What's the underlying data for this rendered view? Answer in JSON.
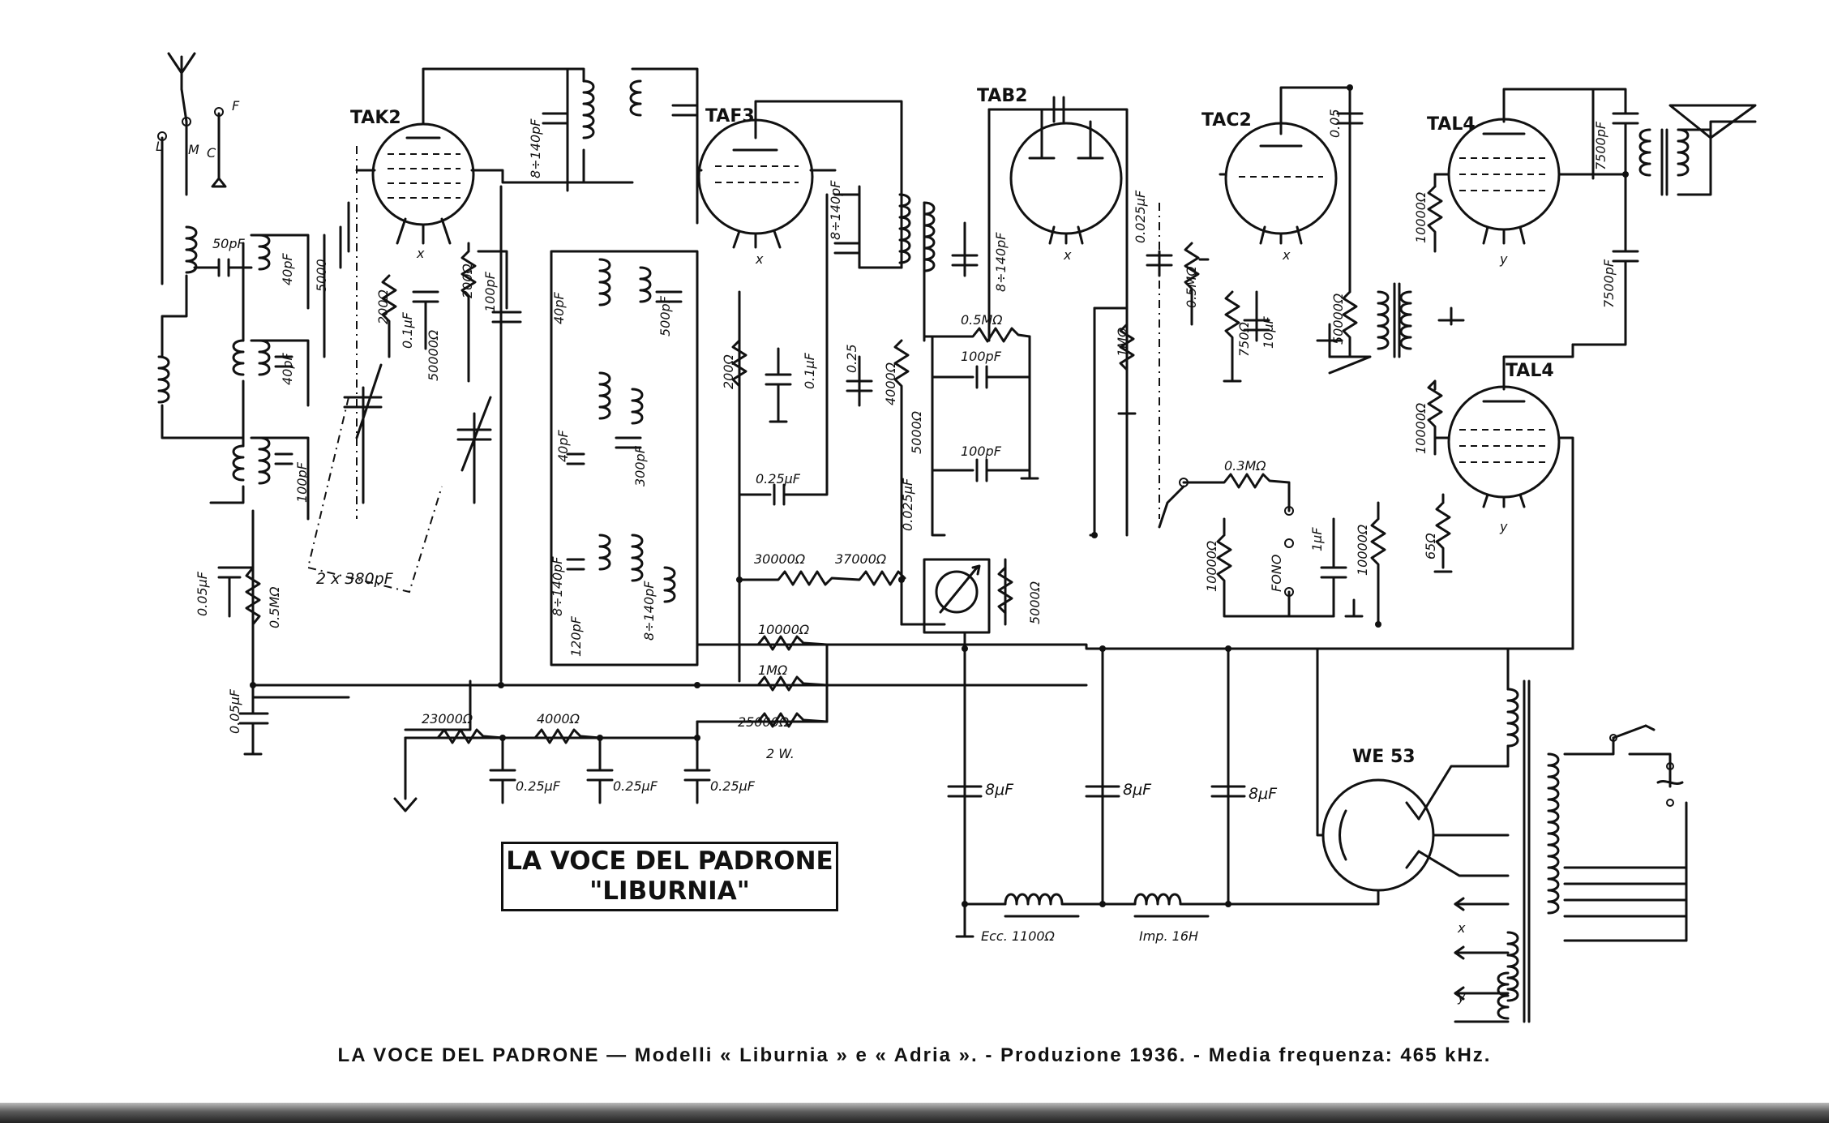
{
  "title": {
    "line1": "LA VOCE DEL PADRONE",
    "line2": "\"LIBURNIA\""
  },
  "caption": "LA VOCE DEL PADRONE — Modelli « Liburnia » e « Adria ». - Produzione 1936. - Media frequenza: 465 kHz.",
  "tubes": [
    "TAK2",
    "TAF3",
    "TAB2",
    "TAC2",
    "TAL4",
    "TAL4",
    "WE 53"
  ],
  "labels": {
    "ant_l": "L",
    "ant_m": "M",
    "ant_c": "C",
    "ant_f": "F",
    "c_50pf": "50pF",
    "c_400pf_a": "40pF",
    "c_5000": "5000",
    "c_100pf_a": "100pF",
    "c_40pf_b": "40pF",
    "c_005uf_a": "0.05μF",
    "r_05mohm_a": "0.5MΩ",
    "c_005uf_b": "0.05μF",
    "c_2x380": "2 x 380pF",
    "r_200ohm_a": "200Ω",
    "c_01uf_a": "0.1μF",
    "r_50000_a": "50000Ω",
    "r_200ohm_b": "200Ω",
    "c_100pf_b": "100pF",
    "c_8_140_a": "8÷140pF",
    "c_40pf_c": "40pF",
    "c_500pf": "500pF",
    "c_40pf_d": "40pF",
    "c_300pf": "300pF",
    "c_8_140_b": "8÷140pF",
    "c_120pf": "120pF",
    "c_8_140_c": "8÷140pF",
    "r_200ohm_c": "200Ω",
    "c_01uf_b": "0.1μF",
    "c_025uf_a": "0.25μF",
    "r_30000": "30000Ω",
    "r_37000": "37000Ω",
    "r_10000_a": "10000Ω",
    "r_1mohm_a": "1MΩ",
    "r_25000": "25000Ω",
    "w2": "2 W.",
    "r_23000": "23000Ω",
    "r_4000": "4000Ω",
    "c_025uf_b": "0.25μF",
    "c_025uf_c": "0.25μF",
    "c_025uf_d": "0.25μF",
    "c_8_140_d": "8÷140pF",
    "c_025_e": "0.25",
    "r_4000_b": "4000Ω",
    "r_5000_b": "5000Ω",
    "c_0025uf_a": "0.025μF",
    "r_05mohm_b": "0.5MΩ",
    "c_100pf_c": "100pF",
    "c_100pf_d": "100pF",
    "c_8_140_e": "8÷140pF",
    "r_5000_c": "5000Ω",
    "c_0025uf_b": "0.025μF",
    "r_1mohm_b": "1MΩ",
    "r_05mohm_c": "0.5MΩ",
    "r_750": "750Ω",
    "c_10uf": "10μF",
    "c_005": "0.05",
    "r_03mohm": "0.3MΩ",
    "r_10000_b": "10000Ω",
    "fono": "FONO",
    "c_1uf": "1μF",
    "r_10000_c": "10000Ω",
    "r_50000_d": "50000Ω",
    "r_10000_d": "10000Ω",
    "r_10000_e": "10000Ω",
    "r_65": "65Ω",
    "c_7500pf_a": "7500pF",
    "c_7500pf_b": "7500pF",
    "c_8uf_a": "8μF",
    "c_8uf_b": "8μF",
    "c_8uf_c": "8μF",
    "exc": "Ecc. 1100Ω",
    "imp": "Imp. 16H",
    "x1": "x",
    "x2": "x",
    "x3": "x",
    "x4": "x",
    "y1": "y",
    "y2": "y",
    "y3": "y",
    "x5": "x"
  }
}
